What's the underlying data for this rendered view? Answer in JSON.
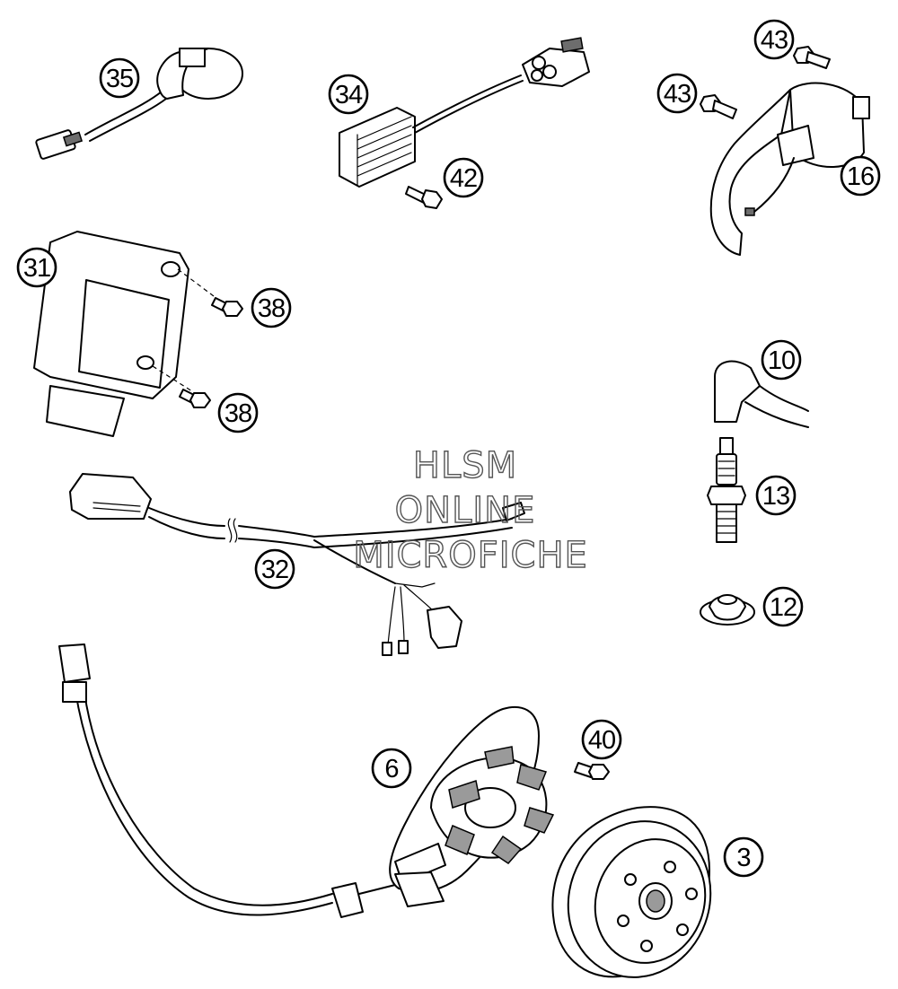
{
  "watermark": {
    "line1": "HLSM",
    "line2": "ONLINE",
    "line3": "MICROFICHE"
  },
  "callouts": [
    {
      "id": "c35",
      "label": "35"
    },
    {
      "id": "c34",
      "label": "34"
    },
    {
      "id": "c42",
      "label": "42"
    },
    {
      "id": "c43a",
      "label": "43"
    },
    {
      "id": "c43b",
      "label": "43"
    },
    {
      "id": "c16",
      "label": "16"
    },
    {
      "id": "c31",
      "label": "31"
    },
    {
      "id": "c38a",
      "label": "38"
    },
    {
      "id": "c38b",
      "label": "38"
    },
    {
      "id": "c10",
      "label": "10"
    },
    {
      "id": "c13",
      "label": "13"
    },
    {
      "id": "c12",
      "label": "12"
    },
    {
      "id": "c32",
      "label": "32"
    },
    {
      "id": "c40",
      "label": "40"
    },
    {
      "id": "c6",
      "label": "6"
    },
    {
      "id": "c3",
      "label": "3"
    }
  ],
  "colors": {
    "line": "#000000",
    "shade": "#9a9a9a",
    "watermark": "#555555",
    "background": "#ffffff"
  }
}
